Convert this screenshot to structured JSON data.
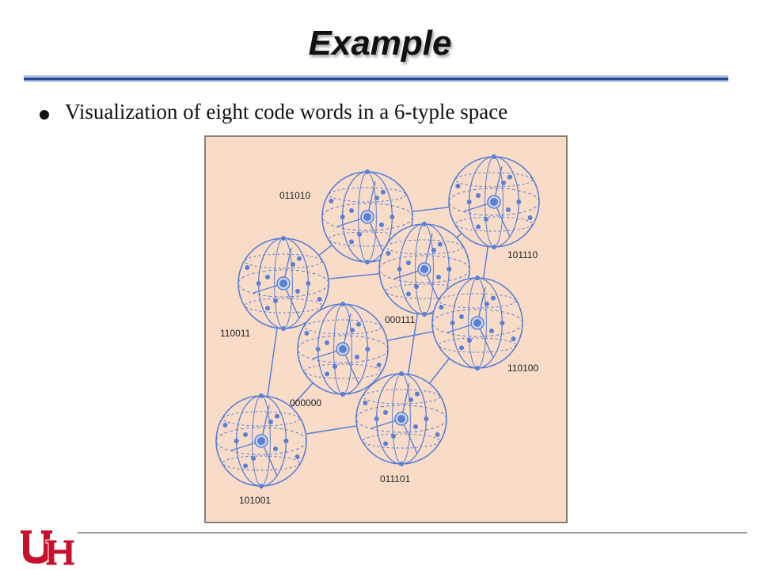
{
  "slide": {
    "title": "Example",
    "bullet": "Visualization of eight code words in a 6-typle space"
  },
  "figure": {
    "codewords": [
      "011010",
      "101110",
      "110011",
      "000111",
      "000000",
      "110100",
      "101001",
      "011101"
    ],
    "colors": {
      "background": "#f8dcc8",
      "sphere": "#5b7fd4",
      "border": "#8a7f76"
    }
  },
  "logo": {
    "text": "UH",
    "color": "#c8102e"
  }
}
